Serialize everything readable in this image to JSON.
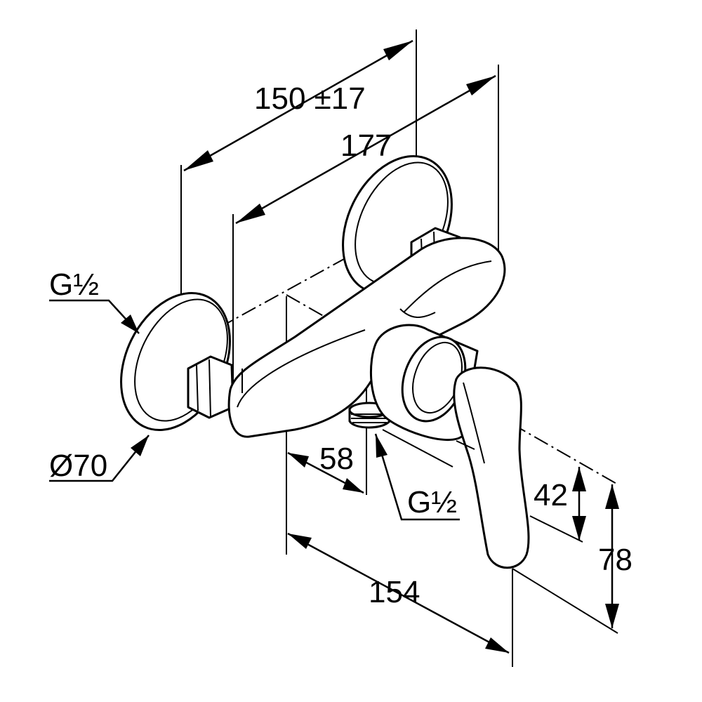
{
  "dimensions": {
    "spacing_range": "150 ±17",
    "overall_length": "177",
    "connection_thread_left": "G½",
    "rosette_diameter": "Ø70",
    "outlet_offset": "58",
    "outlet_thread": "G½",
    "lever_height": "42",
    "total_height": "78",
    "depth": "154"
  },
  "colors": {
    "stroke": "#000000",
    "background": "#ffffff"
  }
}
